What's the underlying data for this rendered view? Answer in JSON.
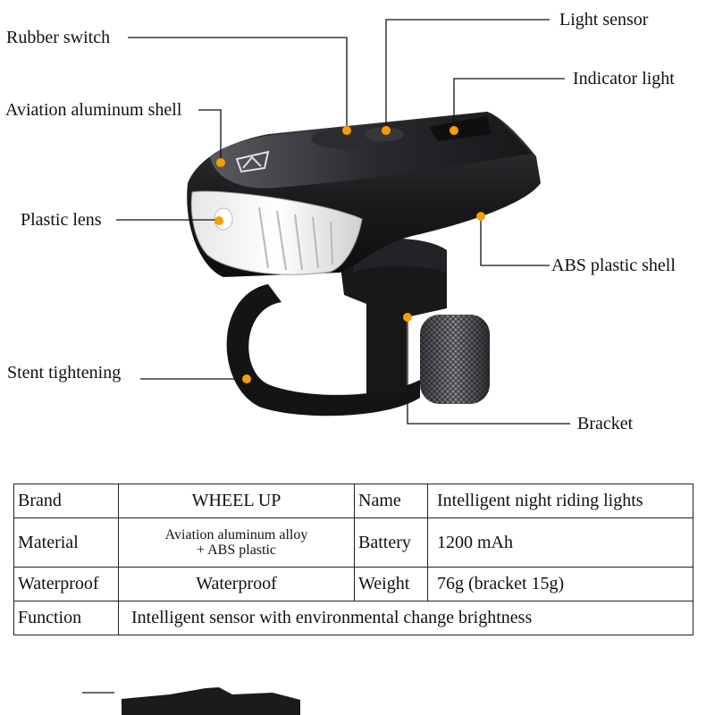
{
  "labels": {
    "rubber_switch": "Rubber switch",
    "light_sensor": "Light sensor",
    "indicator_light": "Indicator light",
    "aviation_shell": "Aviation aluminum shell",
    "plastic_lens": "Plastic lens",
    "abs_shell": "ABS plastic shell",
    "stent_tightening": "Stent tightening",
    "bracket": "Bracket"
  },
  "spec_table": {
    "brand_label": "Brand",
    "brand_value": "WHEEL UP",
    "name_label": "Name",
    "name_value": "Intelligent night riding lights",
    "material_label": "Material",
    "material_value_line1": "Aviation aluminum alloy",
    "material_value_line2": "+ ABS plastic",
    "battery_label": "Battery",
    "battery_value": "1200 mAh",
    "waterproof_label": "Waterproof",
    "waterproof_value": "Waterproof",
    "weight_label": "Weight",
    "weight_value": "76g (bracket 15g)",
    "function_label": "Function",
    "function_value": "Intelligent sensor with environmental change brightness"
  },
  "colors": {
    "marker": "#f5a000",
    "body": "#1b1b1d",
    "lens": "#f4f4f4"
  }
}
